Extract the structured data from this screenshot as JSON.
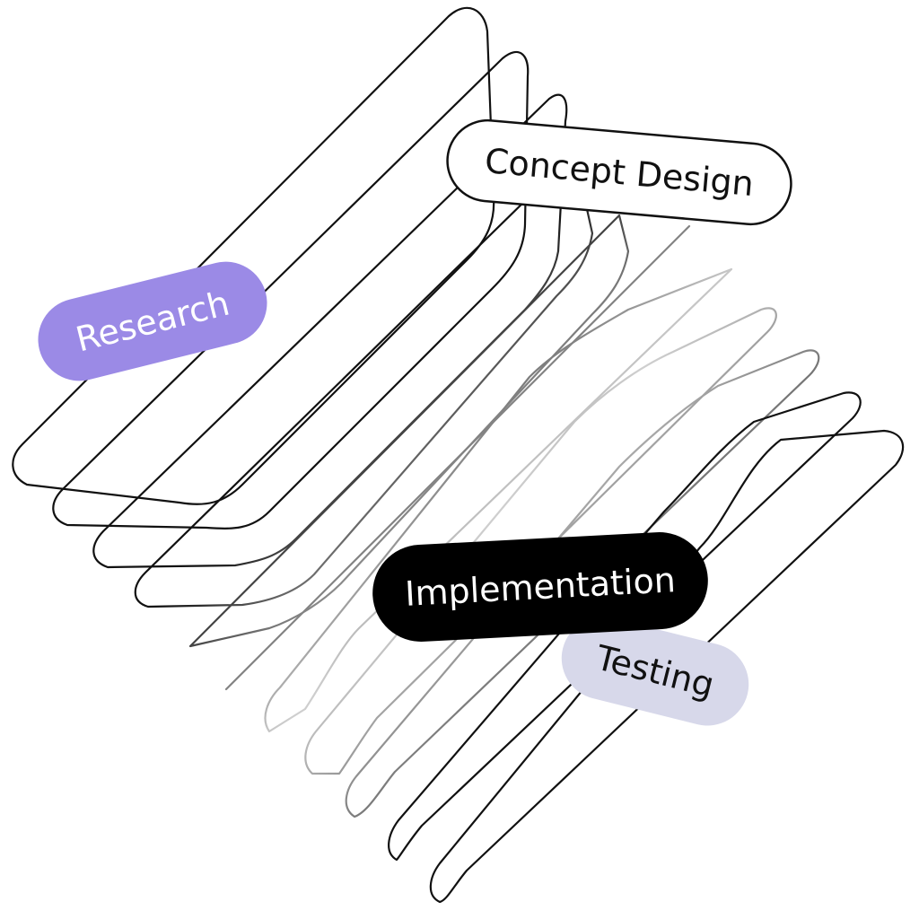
{
  "diagram": {
    "stages": [
      {
        "label": "Research",
        "fill": "#9b8ae6",
        "stroke": "none",
        "text_color": "#ffffff"
      },
      {
        "label": "Concept Design",
        "fill": "#ffffff",
        "stroke": "#111111",
        "text_color": "#111111"
      },
      {
        "label": "Implementation",
        "fill": "#000000",
        "stroke": "none",
        "text_color": "#ffffff"
      },
      {
        "label": "Testing",
        "fill": "#d7d8ea",
        "stroke": "none",
        "text_color": "#111111"
      }
    ],
    "line_color": "#111111",
    "line_fade_color": "#cfcfcf",
    "background": "#ffffff"
  }
}
